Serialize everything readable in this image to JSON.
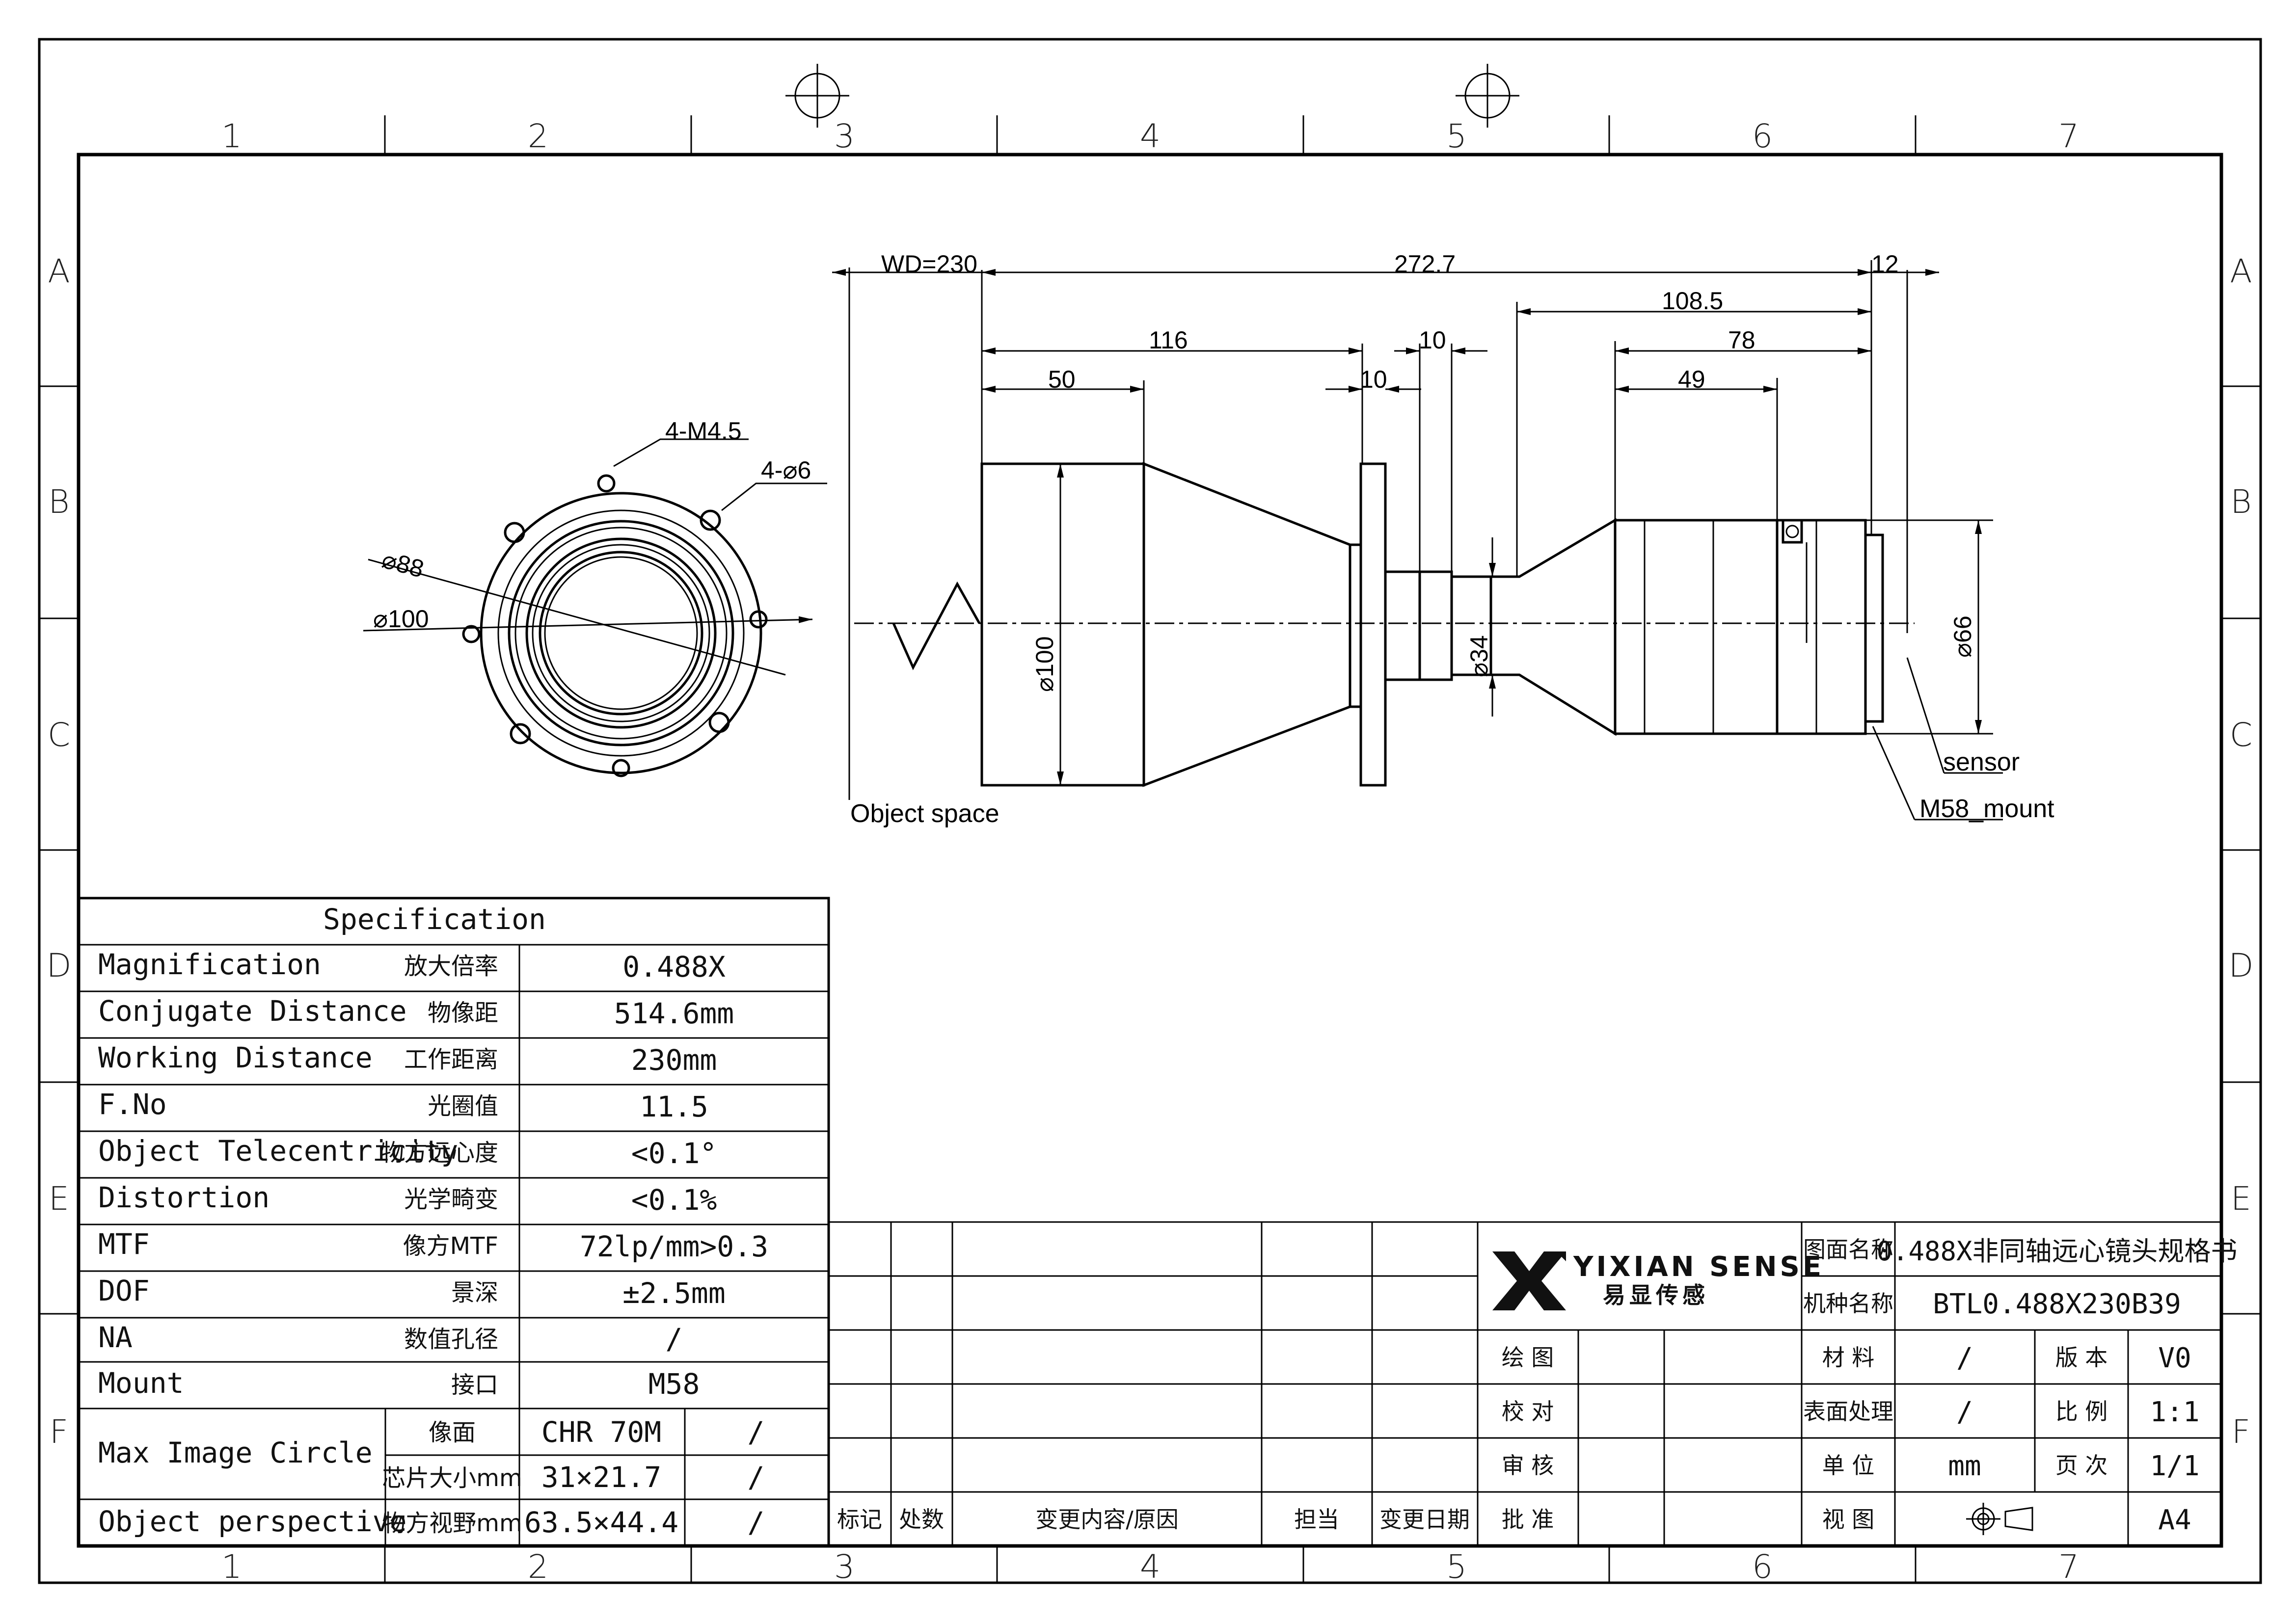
{
  "zones": {
    "columns": [
      "1",
      "2",
      "3",
      "4",
      "5",
      "6",
      "7"
    ],
    "rows": [
      "A",
      "B",
      "C",
      "D",
      "E",
      "F"
    ]
  },
  "front_view": {
    "callout_holes_m": "4-M4.5",
    "callout_holes_phi": "4-⌀6",
    "dia_88": "⌀88",
    "dia_100": "⌀100"
  },
  "side_view": {
    "dims": {
      "wd": "WD=230",
      "overall": "272.7",
      "right_gap": "12",
      "d108_5": "108.5",
      "d116": "116",
      "d10_top": "10",
      "d78": "78",
      "d50": "50",
      "d10_bottom": "10",
      "d49": "49",
      "dia100": "⌀100",
      "dia34": "⌀34",
      "dia66": "⌀66"
    },
    "labels": {
      "object_space": "Object space",
      "sensor": "sensor",
      "mount": "M58_mount"
    }
  },
  "spec_table": {
    "title": "Specification",
    "rows": [
      {
        "en": "Magnification",
        "cn": "放大倍率",
        "value": "0.488X"
      },
      {
        "en": "Conjugate Distance",
        "cn": "物像距",
        "value": "514.6mm"
      },
      {
        "en": "Working Distance",
        "cn": "工作距离",
        "value": "230mm"
      },
      {
        "en": "F.No",
        "cn": "光圈值",
        "value": "11.5"
      },
      {
        "en": "Object Telecentricity",
        "cn": "物方远心度",
        "value": "<0.1°"
      },
      {
        "en": "Distortion",
        "cn": "光学畸变",
        "value": "<0.1%"
      },
      {
        "en": "MTF",
        "cn": "像方MTF",
        "value": "72lp/mm>0.3"
      },
      {
        "en": "DOF",
        "cn": "景深",
        "value": "±2.5mm"
      },
      {
        "en": "NA",
        "cn": "数值孔径",
        "value": "/"
      },
      {
        "en": "Mount",
        "cn": "接口",
        "value": "M58"
      }
    ],
    "max_image_circle": {
      "en": "Max Image Circle",
      "sub": [
        {
          "cn": "像面",
          "value": "CHR 70M",
          "extra": "/"
        },
        {
          "cn": "芯片大小mm",
          "value": "31×21.7",
          "extra": "/"
        }
      ]
    },
    "object_perspective": {
      "en": "Object perspective",
      "cn": "物方视野mm",
      "value": "63.5×44.4",
      "extra": "/"
    }
  },
  "revision_table": {
    "headers": [
      "标记",
      "处数",
      "变更内容/原因",
      "担当",
      "变更日期"
    ]
  },
  "title_block": {
    "brand_en": "YIXIAN SENSE",
    "brand_cn": "易显传感",
    "drawing_name_label": "图面名称",
    "drawing_name": "0.488X非同轴远心镜头规格书",
    "model_label": "机种名称",
    "model": "BTL0.488X230B39",
    "sign_rows": [
      "绘 图",
      "校 对",
      "审 核",
      "批 准"
    ],
    "material_label": "材 料",
    "material": "/",
    "version_label": "版 本",
    "version": "V0",
    "surface_label": "表面处理",
    "surface": "/",
    "scale_label": "比 例",
    "scale": "1:1",
    "unit_label": "单 位",
    "unit": "mm",
    "page_label": "页 次",
    "page": "1/1",
    "view_label": "视 图",
    "size": "A4"
  },
  "colors": {
    "ink": "#000000",
    "paper": "#ffffff"
  }
}
